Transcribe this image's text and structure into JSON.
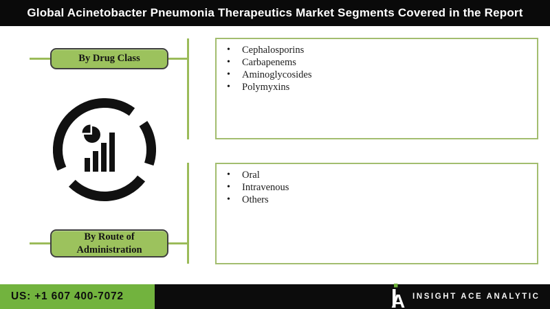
{
  "header": {
    "title": "Global Acinetobacter Pneumonia Therapeutics Market Segments Covered in the Report"
  },
  "segments": [
    {
      "button_label": "By Drug Class",
      "items": [
        "Cephalosporins",
        "Carbapenems",
        "Aminoglycosides",
        "Polymyxins"
      ]
    },
    {
      "button_label": "By Route of Administration",
      "items": [
        "Oral",
        "Intravenous",
        "Others"
      ]
    }
  ],
  "icon": {
    "name": "market-analytics-icon"
  },
  "footer": {
    "phone": "US: +1 607 400-7072",
    "brand": "INSIGHT ACE ANALYTIC"
  },
  "colors": {
    "accent_green": "#9bbb59",
    "button_fill": "#9cc25d",
    "box_border": "#a2bd6e",
    "footer_green": "#72b33e",
    "bar_black": "#0a0a0a",
    "icon_black": "#111111",
    "logo_green": "#6fb33c"
  }
}
